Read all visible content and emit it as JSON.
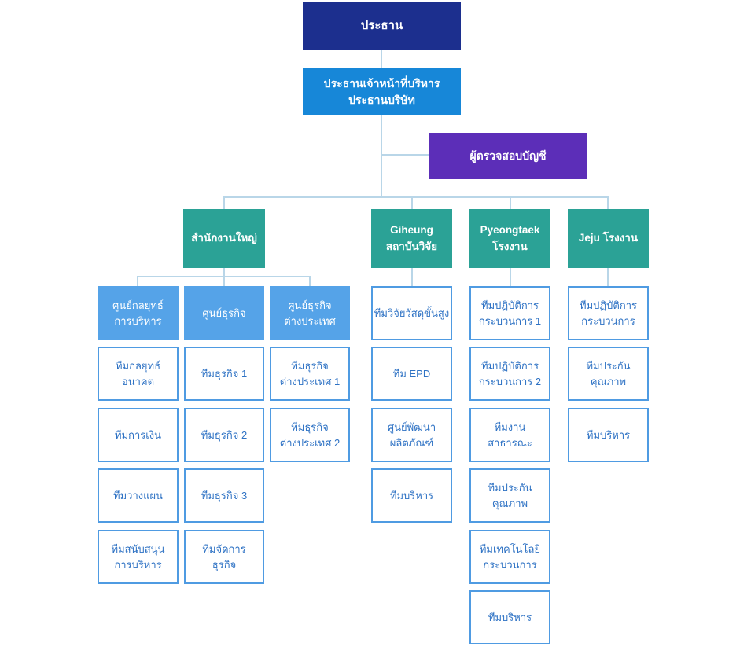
{
  "title": "Organization Chart",
  "colors": {
    "chairman_bg": "#1c2f8e",
    "ceo_bg": "#1787d8",
    "auditor_bg": "#5c2eb8",
    "division_bg": "#2ba296",
    "center_bg": "#55a3e8",
    "team_border": "#4f9be2",
    "team_text": "#2e72c4",
    "connector": "#b9d6e8"
  },
  "nodes": {
    "chairman": "ประธาน",
    "ceo": "ประธานเจ้าหน้าที่บริหาร\nประธานบริษัท",
    "auditor": "ผู้ตรวจสอบบัญชี",
    "divisions": {
      "hq": "สำนักงานใหญ่",
      "giheung": "Giheung\nสถาบันวิจัย",
      "pyeongtaek": "Pyeongtaek\nโรงงาน",
      "jeju": "Jeju โรงงาน"
    },
    "centers": [
      "ศูนย์กลยุทธ์\nการบริหาร",
      "ศูนย์ธุรกิจ",
      "ศูนย์ธุรกิจ\nต่างประเทศ"
    ],
    "strategy_teams": [
      "ทีมกลยุทธ์\nอนาคต",
      "ทีมการเงิน",
      "ทีมวางแผน",
      "ทีมสนับสนุน\nการบริหาร"
    ],
    "business_teams": [
      "ทีมธุรกิจ 1",
      "ทีมธุรกิจ 2",
      "ทีมธุรกิจ 3",
      "ทีมจัดการ\nธุรกิจ"
    ],
    "overseas_teams": [
      "ทีมธุรกิจ\nต่างประเทศ 1",
      "ทีมธุรกิจ\nต่างประเทศ 2"
    ],
    "giheung_teams": [
      "ทีมวิจัยวัสดุขั้นสูง",
      "ทีม EPD",
      "ศูนย์พัฒนา\nผลิตภัณฑ์",
      "ทีมบริหาร"
    ],
    "pyeongtaek_teams": [
      "ทีมปฏิบัติการ\nกระบวนการ 1",
      "ทีมปฏิบัติการ\nกระบวนการ 2",
      "ทีมงาน\nสาธารณะ",
      "ทีมประกัน\nคุณภาพ",
      "ทีมเทคโนโลยี\nกระบวนการ",
      "ทีมบริหาร"
    ],
    "jeju_teams": [
      "ทีมปฏิบัติการ\nกระบวนการ",
      "ทีมประกัน\nคุณภาพ",
      "ทีมบริหาร"
    ]
  }
}
